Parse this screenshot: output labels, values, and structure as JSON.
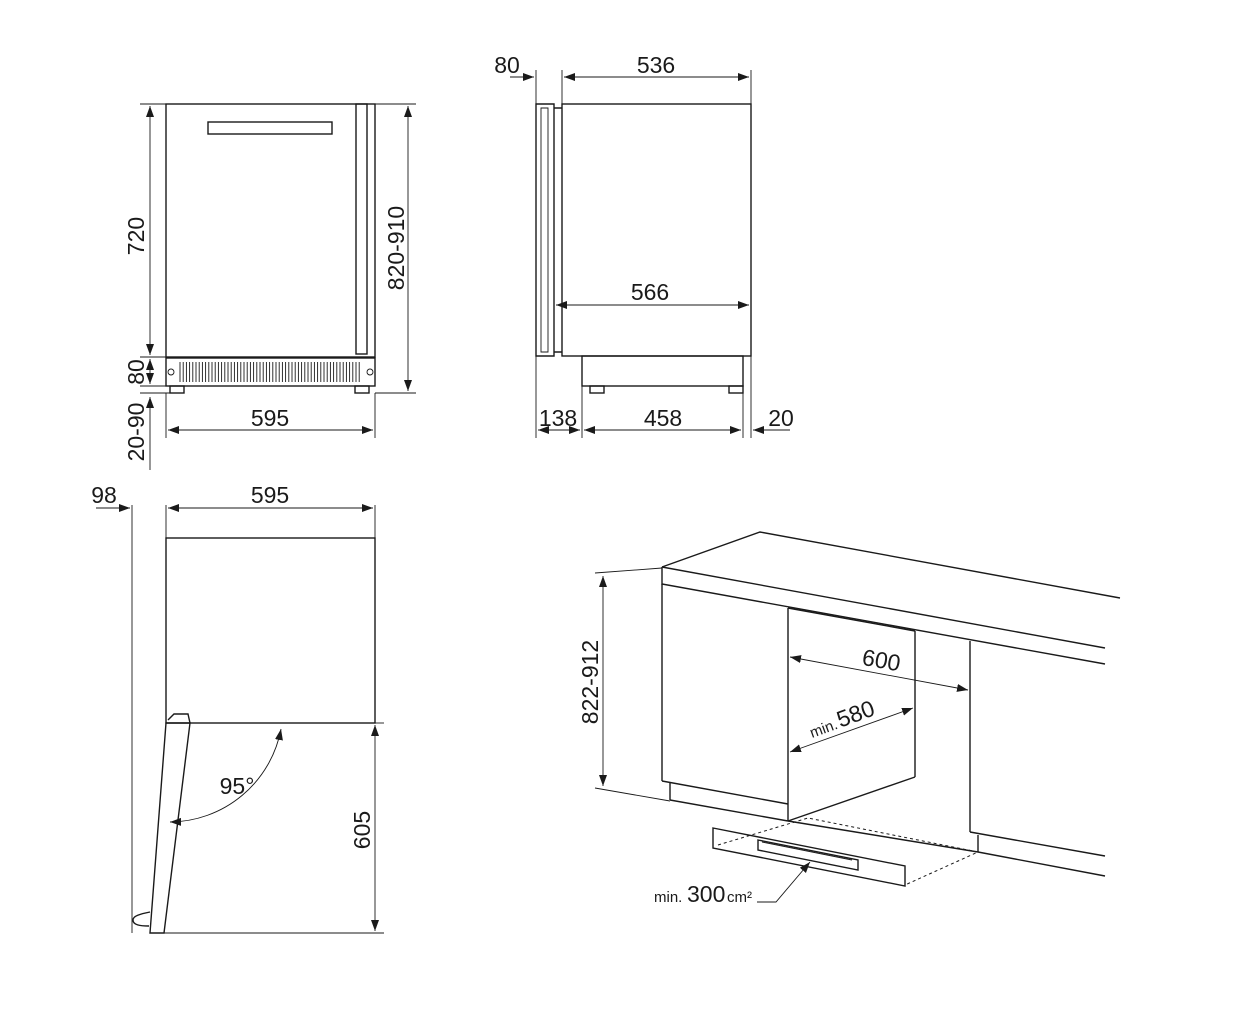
{
  "front_view": {
    "height_door": "720",
    "height_plinth": "80",
    "feet": "20-90",
    "total_height": "820-910",
    "width": "595"
  },
  "side_view": {
    "door_depth": "80",
    "body_depth": "536",
    "total_depth": "566",
    "front_offset": "138",
    "plinth_depth": "458",
    "rear_gap": "20"
  },
  "top_view": {
    "handle_clearance": "98",
    "width": "595",
    "angle": "95°",
    "depth_open": "605"
  },
  "installation": {
    "niche_height": "822-912",
    "niche_width": "600",
    "min_width_prefix": "min.",
    "min_width": "580",
    "vent_prefix": "min.",
    "vent_area": "300",
    "vent_unit": "cm²"
  }
}
